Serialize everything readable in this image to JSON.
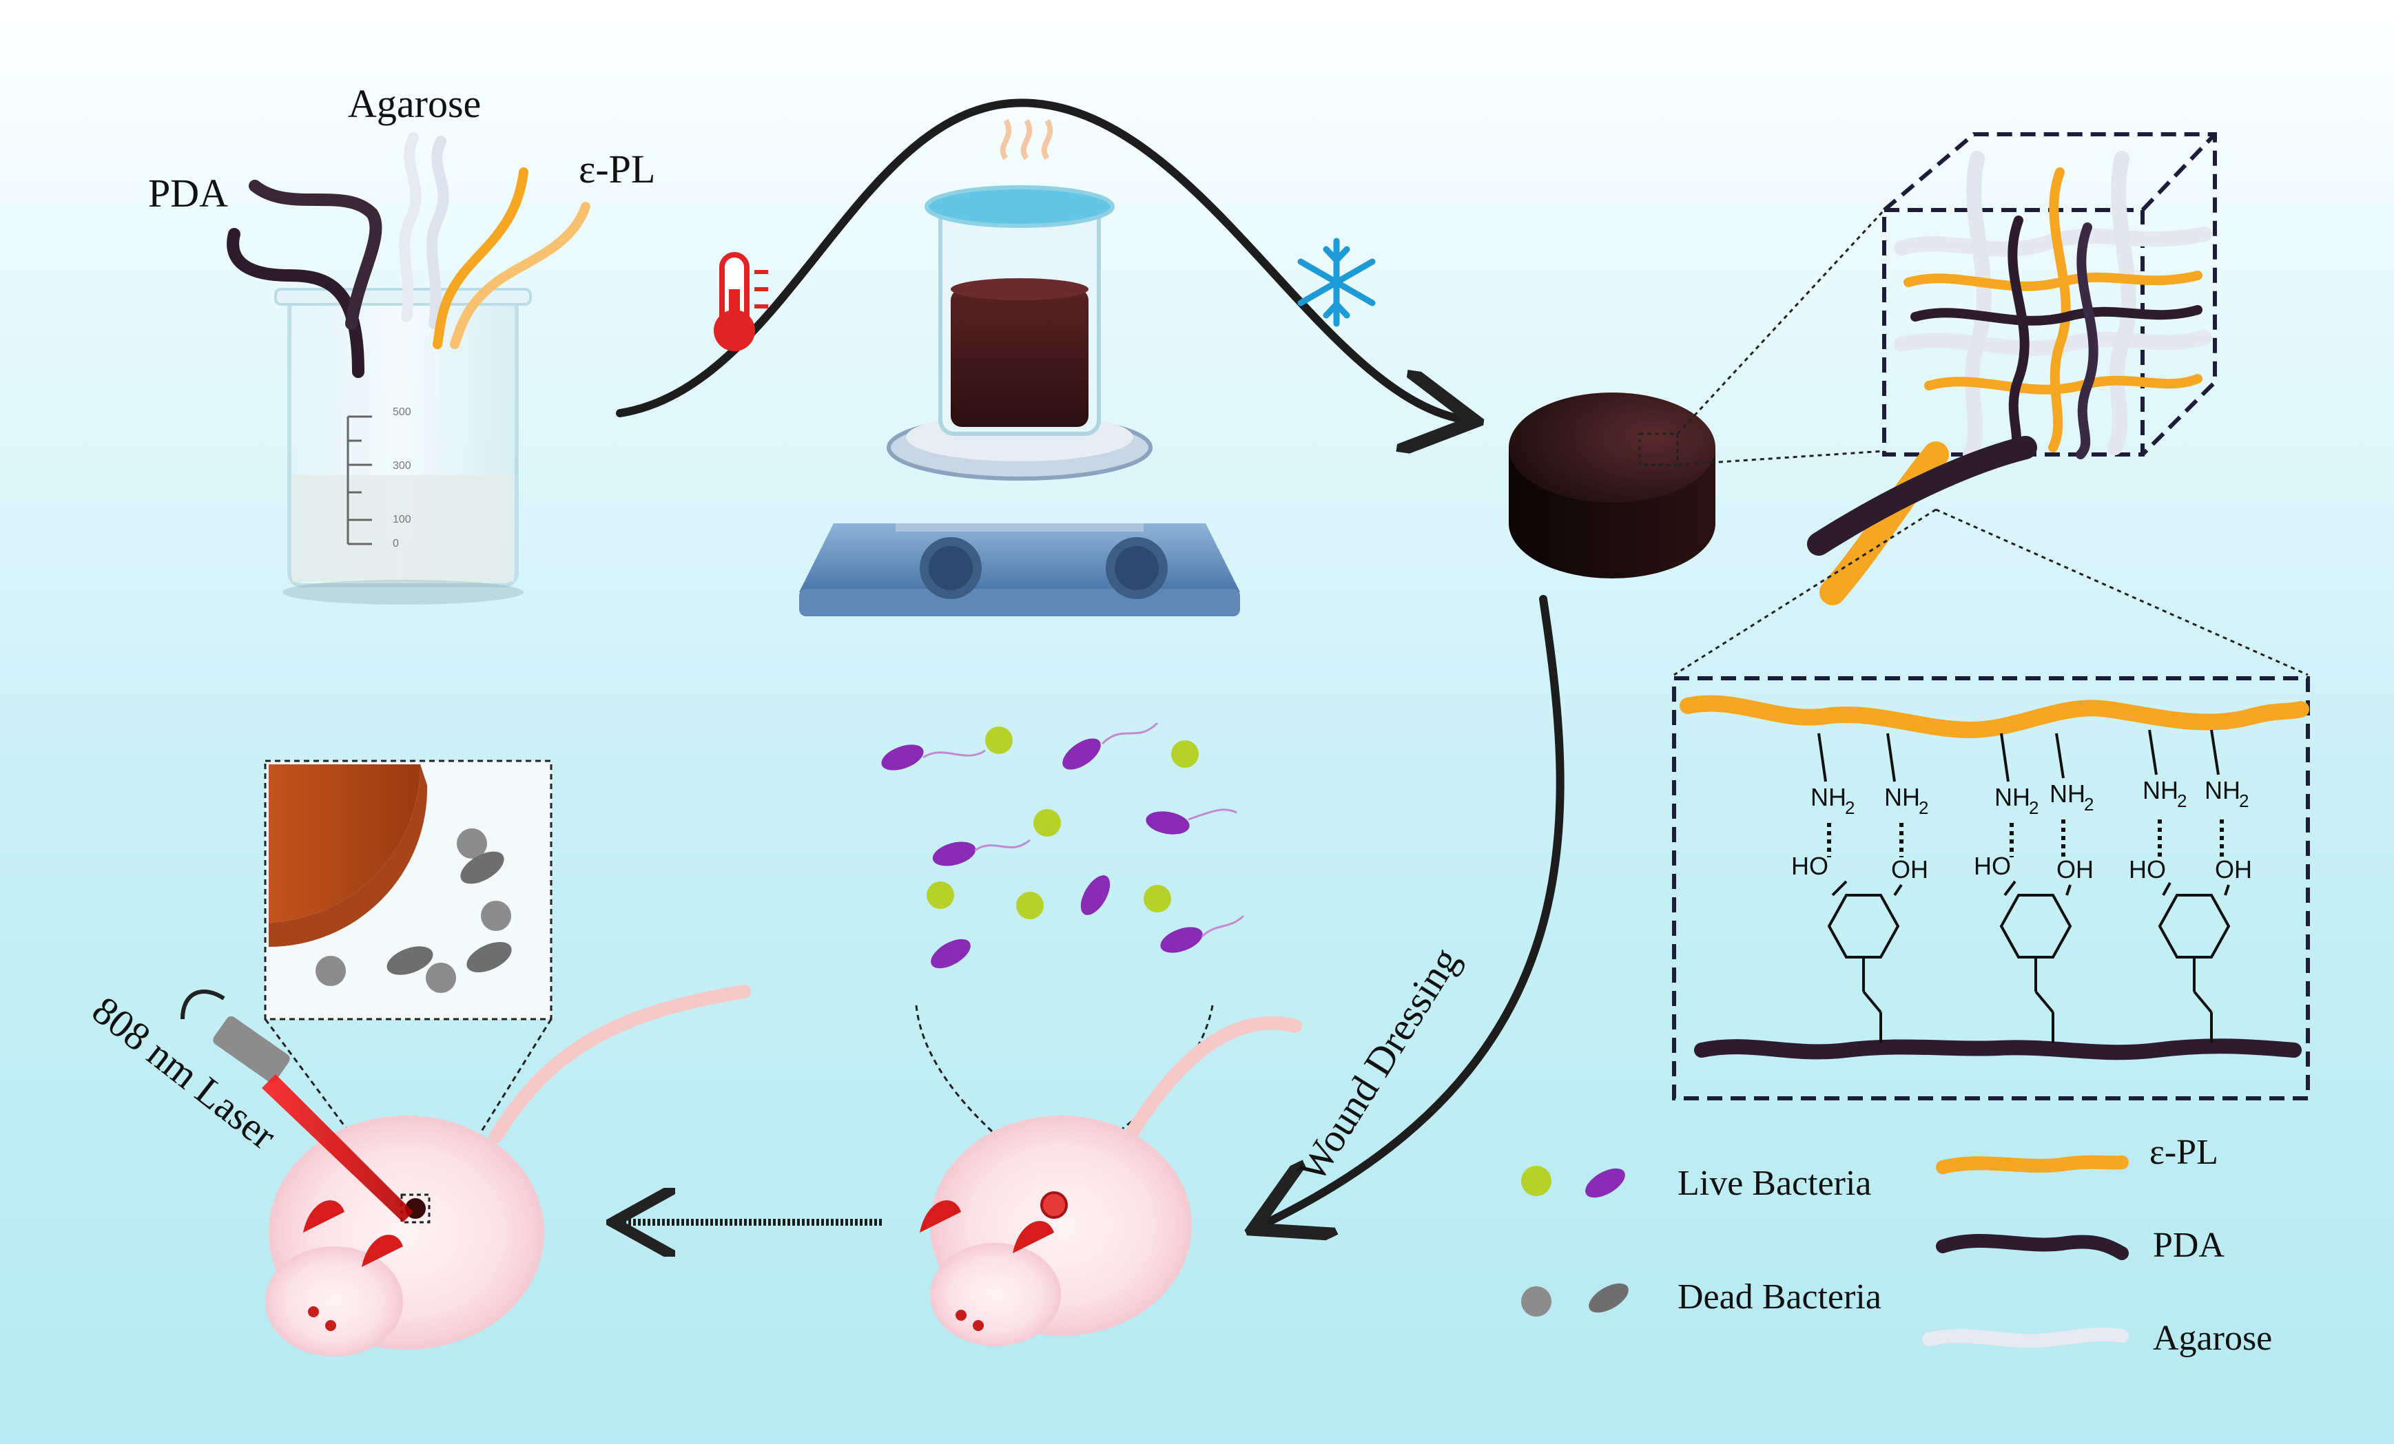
{
  "labels": {
    "pda": "PDA",
    "agarose": "Agarose",
    "epl": "ε-PL",
    "laser": "808 nm Laser",
    "wound_dressing": "Wound Dressing"
  },
  "chemistry": {
    "amine": "NH",
    "amine_sub": "2",
    "hydroxyl_left": "HO",
    "hydroxyl_right": "OH"
  },
  "beaker_scale": [
    "500",
    "300",
    "100",
    "0"
  ],
  "legend": {
    "live_bacteria": "Live Bacteria",
    "dead_bacteria": "Dead Bacteria",
    "epl": "ε-PL",
    "pda": "PDA",
    "agarose": "Agarose"
  },
  "colors": {
    "epl": "#f5a623",
    "pda": "#2d1b2e",
    "agarose": "#e8eaf0",
    "live_bacteria_green": "#b5d12a",
    "live_bacteria_purple": "#8a2bb5",
    "dead_bacteria": "#8c8c8c",
    "laser": "#e01010",
    "hydrogel": "#2a1416"
  }
}
